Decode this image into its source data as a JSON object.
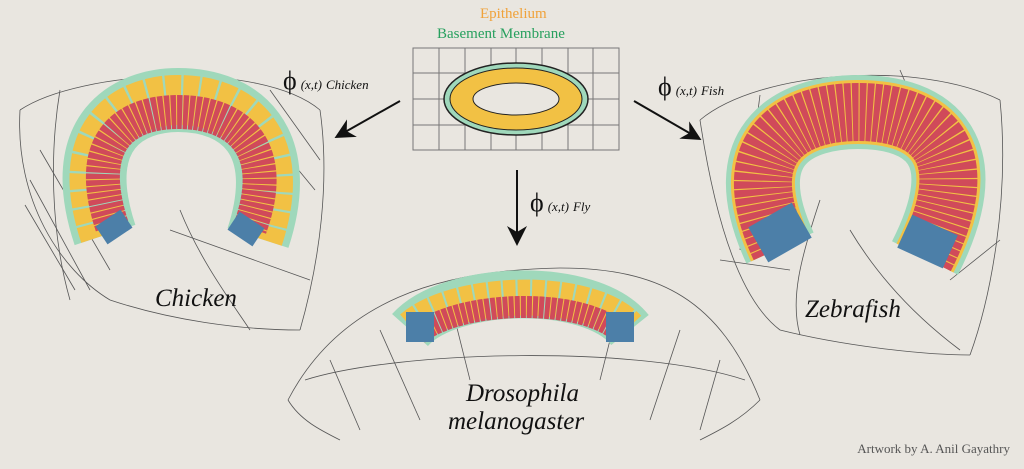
{
  "legend": {
    "epithelium": "Epithelium",
    "basement_membrane": "Basement Membrane"
  },
  "maps": [
    {
      "symbol": "ϕ",
      "args": "(x,t)",
      "target": "Chicken"
    },
    {
      "symbol": "ϕ",
      "args": "(x,t)",
      "target": "Fly"
    },
    {
      "symbol": "ϕ",
      "args": "(x,t)",
      "target": "Fish"
    }
  ],
  "species": {
    "chicken": "Chicken",
    "zebrafish": "Zebrafish",
    "fly_line1": "Drosophila",
    "fly_line2": "melanogaster"
  },
  "credit": "Artwork by A. Anil Gayathry",
  "colors": {
    "background": "#e9e6e0",
    "epithelium": "#f2c144",
    "basement_membrane": "#9fd8bb",
    "red_tissue": "#d04a5a",
    "blue_tissue": "#4c7fa8",
    "epithelium_label": "#f0a23a",
    "bm_label": "#27a05e"
  }
}
